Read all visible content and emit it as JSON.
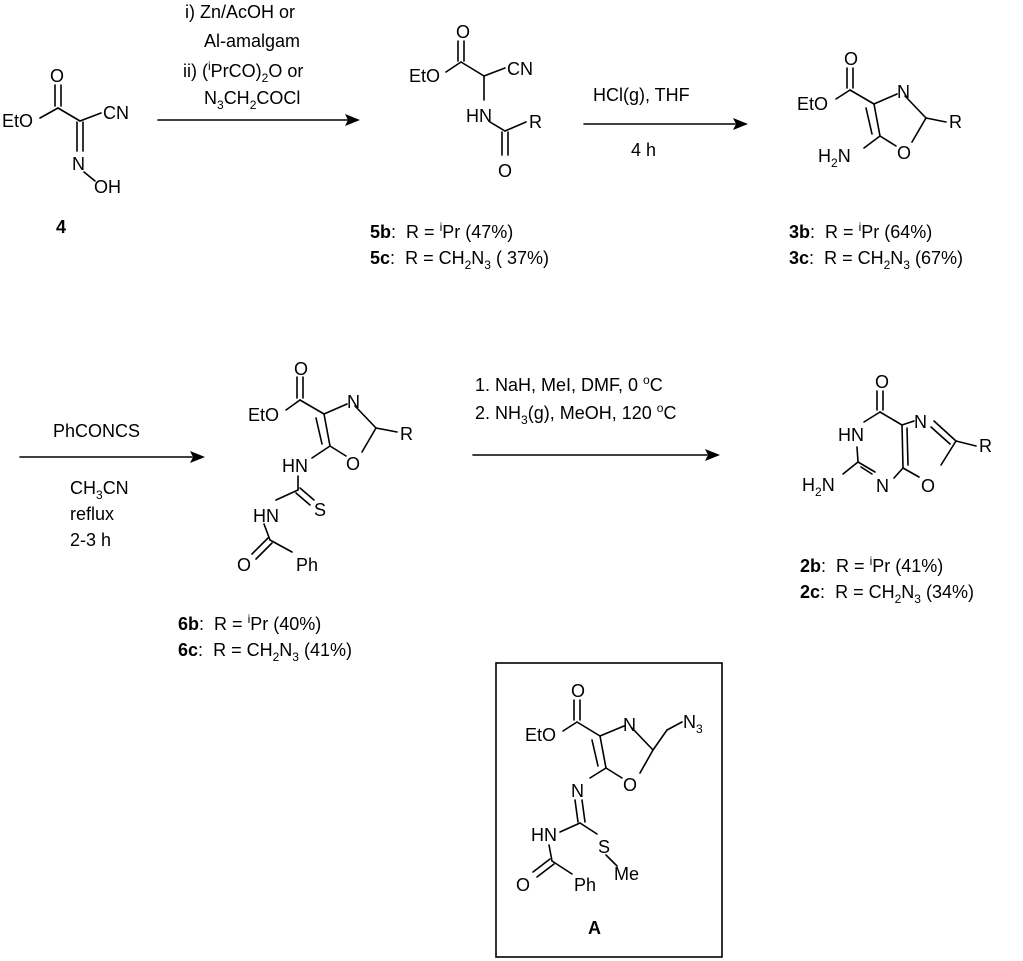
{
  "compounds": {
    "c4": {
      "label": "4",
      "ester": "EtO",
      "nitrile": "CN",
      "n": "N",
      "oh": "OH",
      "o": "O"
    },
    "c5": {
      "ester": "EtO",
      "nitrile": "CN",
      "nh": "HN",
      "r": "R",
      "o": "O",
      "results": [
        {
          "id": "5b",
          "sep": ":",
          "text": "R  =  ",
          "sup": "i",
          "rtext": "Pr (47%)"
        },
        {
          "id": "5c",
          "sep": ":",
          "text": "R  = CH",
          "sub1": "2",
          "mid": "N",
          "sub2": "3",
          "rtext": " ( 37%)"
        }
      ]
    },
    "c3": {
      "ester": "EtO",
      "n": "N",
      "r": "R",
      "nh2": "H",
      "nh2_sub": "2",
      "nh2_n": "N",
      "o": "O",
      "results": [
        {
          "id": "3b",
          "sep": ":",
          "text": "R  =  ",
          "sup": "i",
          "rtext": "Pr  (64%)"
        },
        {
          "id": "3c",
          "sep": ":",
          "text": "R  = CH",
          "sub1": "2",
          "mid": "N",
          "sub2": "3",
          "rtext": " (67%)"
        }
      ]
    },
    "c6": {
      "ester": "EtO",
      "n": "N",
      "r": "R",
      "hn": "HN",
      "hn2": "HN",
      "s": "S",
      "o": "O",
      "ph": "Ph",
      "results": [
        {
          "id": "6b",
          "sep": ":",
          "text": "R  =  ",
          "sup": "i",
          "rtext": "Pr  (40%)"
        },
        {
          "id": "6c",
          "sep": ":",
          "text": "R  = CH",
          "sub1": "2",
          "mid": "N",
          "sub2": "3",
          "rtext": " (41%)"
        }
      ]
    },
    "c2": {
      "o": "O",
      "hn": "HN",
      "n1": "N",
      "n2": "N",
      "r": "R",
      "h2n_h": "H",
      "h2n_sub": "2",
      "h2n_n": "N",
      "results": [
        {
          "id": "2b",
          "sep": ":",
          "text": "R  =  ",
          "sup": "i",
          "rtext": "Pr (41%)"
        },
        {
          "id": "2c",
          "sep": ":",
          "text": "R  = CH",
          "sub1": "2",
          "mid": "N",
          "sub2": "3",
          "rtext": " (34%)"
        }
      ]
    },
    "cA": {
      "label": "A",
      "ester": "EtO",
      "n": "N",
      "o": "O",
      "n_azide": "N",
      "n_azide_sub": "3",
      "n_imine": "N",
      "hn": "HN",
      "s": "S",
      "me": "Me",
      "ph": "Ph"
    }
  },
  "steps": {
    "step1": {
      "line1": "i)  Zn/AcOH or",
      "line2": "Al-amalgam",
      "line3_pre": "ii)  (",
      "line3_sup": "i",
      "line3_post": "PrCO)",
      "line3_sub": "2",
      "line3_end": "O or",
      "line4_a": "N",
      "line4_sub1": "3",
      "line4_b": "CH",
      "line4_sub2": "2",
      "line4_c": "COCl"
    },
    "step2": {
      "top": "HCl(g), THF",
      "bottom": "4 h"
    },
    "step3": {
      "top": "PhCONCS",
      "b1_a": "CH",
      "b1_sub": "3",
      "b1_b": "CN",
      "b2": "reflux",
      "b3": "2-3 h"
    },
    "step4": {
      "l1_a": "1.  NaH, MeI, DMF, 0 ",
      "l1_sup": "o",
      "l1_b": "C",
      "l2_a": "2.  NH",
      "l2_sub": "3",
      "l2_b": "(g), MeOH, 120 ",
      "l2_sup": "o",
      "l2_c": "C"
    }
  }
}
